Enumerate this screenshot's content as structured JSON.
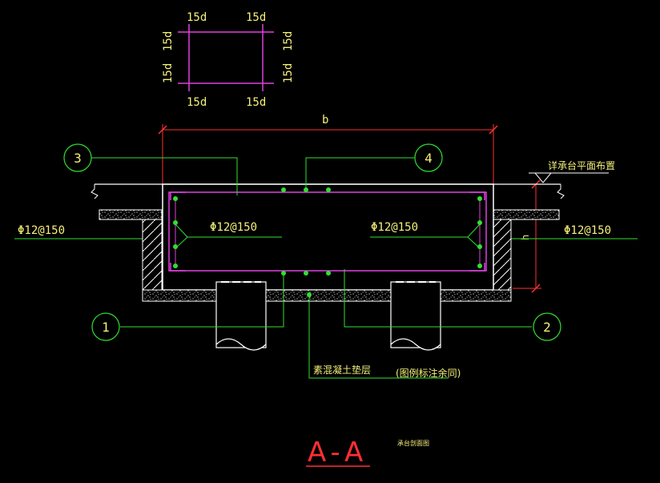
{
  "labels": {
    "hook": "15d",
    "b": "b",
    "h": "h",
    "rebar_left_outer": "Φ12@150",
    "rebar_left_inner": "Φ12@150",
    "rebar_right_inner": "Φ12@150",
    "rebar_right_outer": "Φ12@150",
    "plan_ref": "详承台平面布置",
    "cushion": "素混凝土垫层",
    "legend_note": "(图例标注余同)",
    "section_title": "A-A",
    "section_subtitle": "承台剖面图"
  },
  "callouts": [
    {
      "id": "1",
      "label": "1"
    },
    {
      "id": "2",
      "label": "2"
    },
    {
      "id": "3",
      "label": "3"
    },
    {
      "id": "4",
      "label": "4"
    }
  ],
  "colors": {
    "background": "#000000",
    "concrete": "#ffffff",
    "rebar": "#e040e0",
    "leader": "#30e030",
    "dimension": "#ff3030",
    "text": "#f5f07a",
    "title": "#ff3030"
  }
}
